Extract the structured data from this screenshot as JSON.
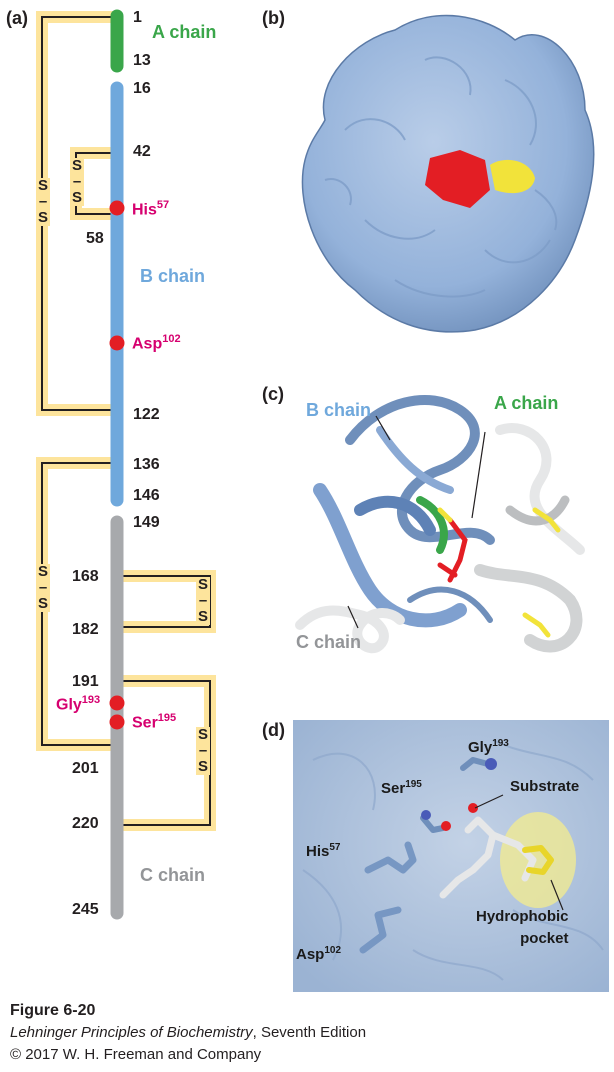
{
  "panels": {
    "a": "(a)",
    "b": "(b)",
    "c": "(c)",
    "d": "(d)"
  },
  "panel_a": {
    "chain_a_label": "A chain",
    "chain_b_label": "B chain",
    "chain_c_label": "C chain",
    "residue_numbers": [
      "1",
      "13",
      "16",
      "42",
      "58",
      "122",
      "136",
      "146",
      "149",
      "168",
      "182",
      "191",
      "201",
      "220",
      "245"
    ],
    "his": {
      "name": "His",
      "num": "57"
    },
    "asp": {
      "name": "Asp",
      "num": "102"
    },
    "gly": {
      "name": "Gly",
      "num": "193"
    },
    "ser": {
      "name": "Ser",
      "num": "195"
    },
    "ss_s": "S",
    "ss_dash": "–",
    "colors": {
      "chain_a": "#3aa64a",
      "chain_b": "#6fa8dc",
      "chain_c": "#a7a9ac",
      "bond_highlight": "#fde49c",
      "active_site": "#e31e24",
      "residue_text": "#d6006f"
    }
  },
  "panel_c": {
    "b_chain": "B chain",
    "a_chain": "A chain",
    "c_chain": "C chain"
  },
  "panel_d": {
    "gly": {
      "name": "Gly",
      "num": "193"
    },
    "ser": {
      "name": "Ser",
      "num": "195"
    },
    "his": {
      "name": "His",
      "num": "57"
    },
    "asp": {
      "name": "Asp",
      "num": "102"
    },
    "substrate": "Substrate",
    "pocket_line1": "Hydrophobic",
    "pocket_line2": "pocket"
  },
  "caption": {
    "figure": "Figure 6-20",
    "book_title": "Lehninger Principles of Biochemistry",
    "edition": ", Seventh Edition",
    "copyright": "© 2017 W. H. Freeman and Company"
  }
}
